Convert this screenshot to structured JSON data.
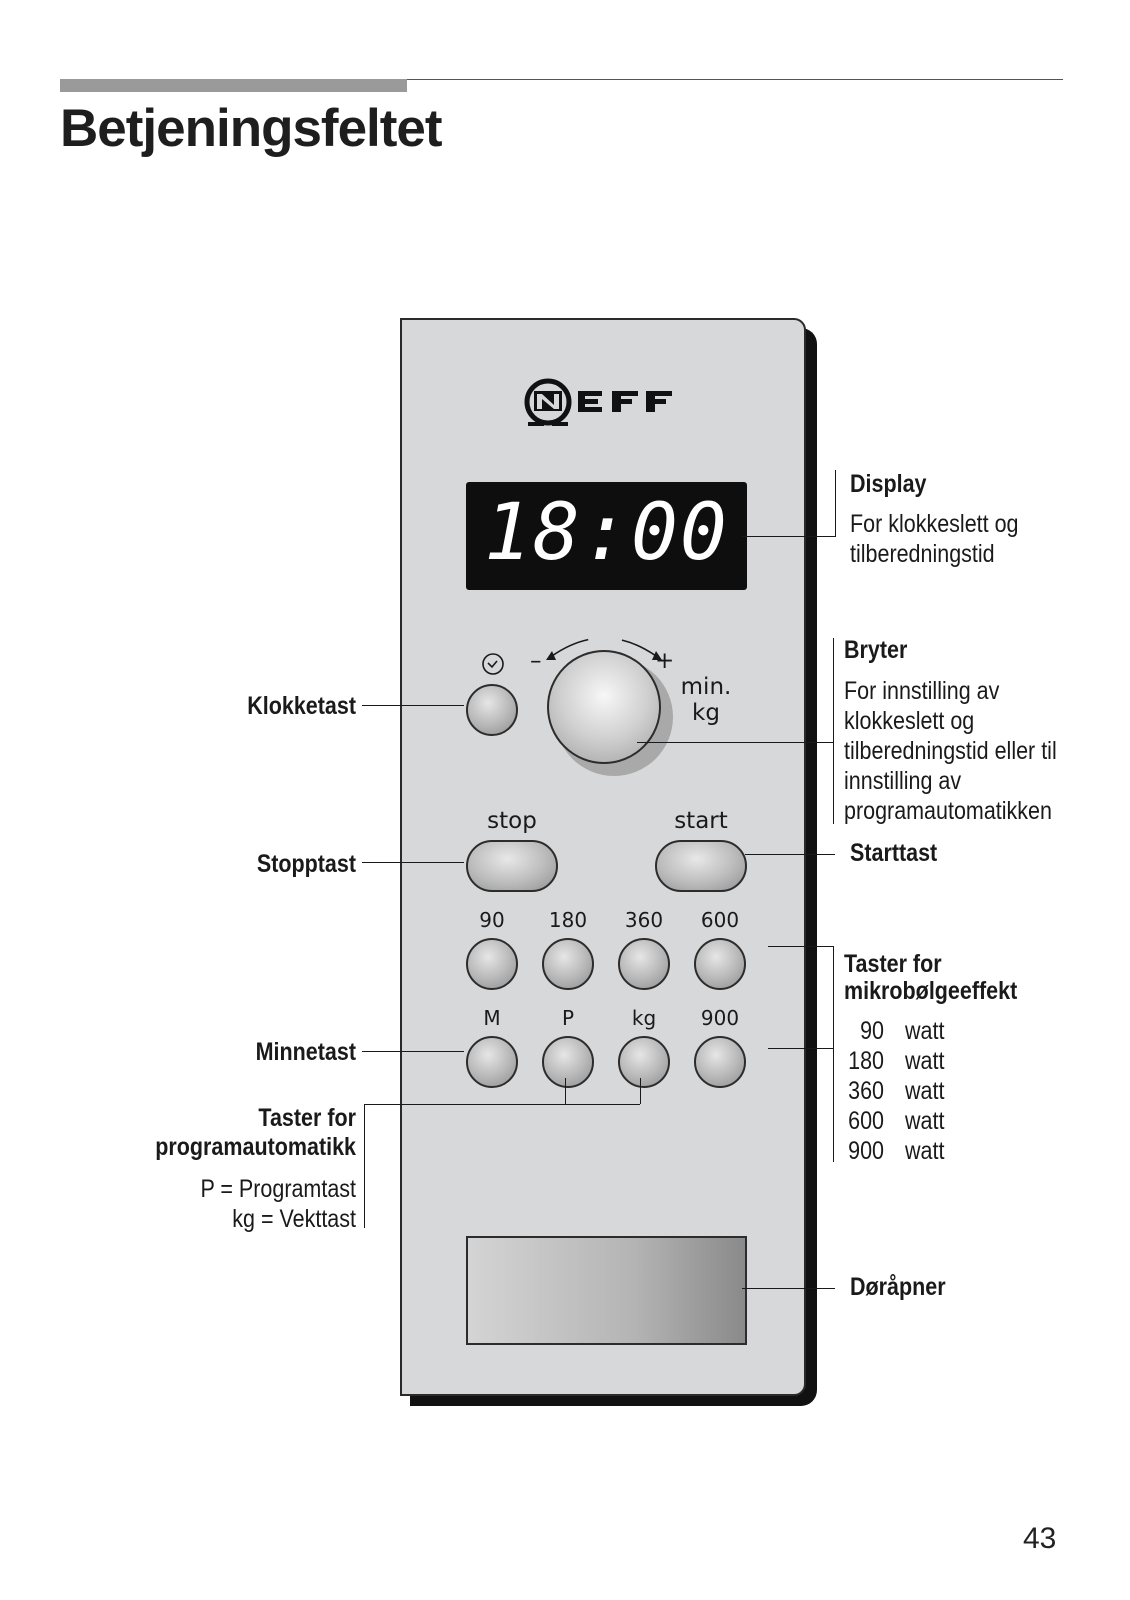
{
  "page": {
    "title": "Betjeningsfeltet",
    "page_number": "43"
  },
  "panel": {
    "brand": "NEFF",
    "display_time": "18:00",
    "knob_minus": "–",
    "knob_plus": "+",
    "knob_label_min": "min.",
    "knob_label_kg": "kg",
    "stop_label": "stop",
    "start_label": "start",
    "power_labels": [
      "90",
      "180",
      "360",
      "600"
    ],
    "program_labels": [
      "M",
      "P",
      "kg",
      "900"
    ]
  },
  "callouts": {
    "display": {
      "title": "Display",
      "lines": [
        "For klokkeslett og",
        "tilberedningstid"
      ]
    },
    "bryter": {
      "title": "Bryter",
      "lines": [
        "For innstilling av",
        "klokkeslett og",
        "tilberedningstid eller til",
        "innstilling av",
        "programautomatikken"
      ]
    },
    "starttast": {
      "title": "Starttast"
    },
    "effekt": {
      "title_lines": [
        "Taster for",
        "mikrobølgeeffekt"
      ],
      "rows": [
        {
          "value": "90",
          "unit": "watt"
        },
        {
          "value": "180",
          "unit": "watt"
        },
        {
          "value": "360",
          "unit": "watt"
        },
        {
          "value": "600",
          "unit": "watt"
        },
        {
          "value": "900",
          "unit": "watt"
        }
      ]
    },
    "doraapner": {
      "title": "Døråpner"
    },
    "klokketast": {
      "title": "Klokketast"
    },
    "stopptast": {
      "title": "Stopptast"
    },
    "minnetast": {
      "title": "Minnetast"
    },
    "program": {
      "title_lines": [
        "Taster for",
        "programautomatikk"
      ],
      "lines": [
        "P = Programtast",
        "kg = Vekttast"
      ]
    }
  }
}
